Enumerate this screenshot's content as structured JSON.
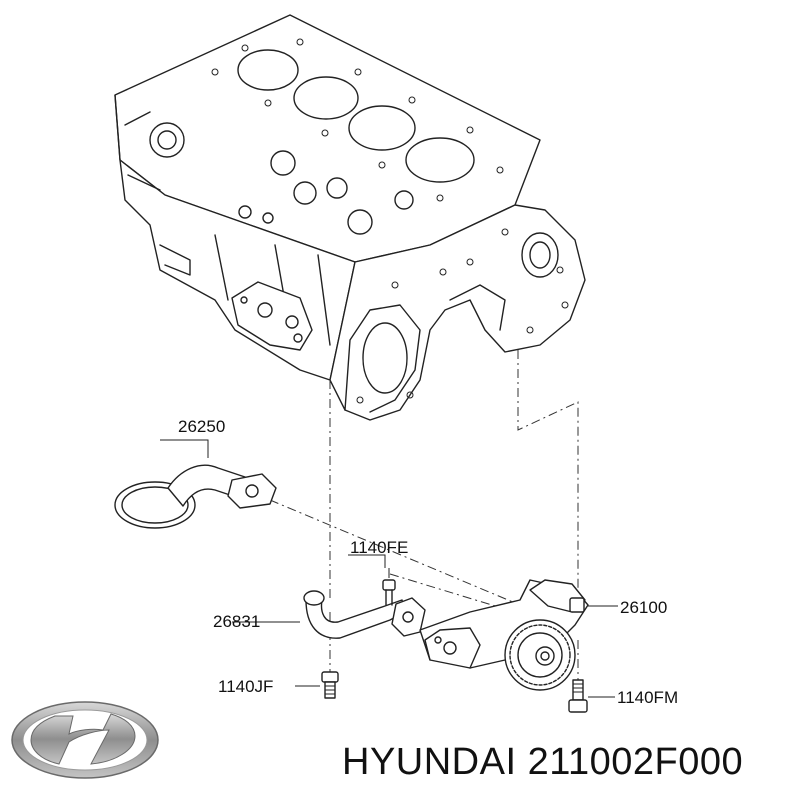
{
  "parts": {
    "p26250": "26250",
    "p1140FE": "1140FE",
    "p26831": "26831",
    "p26100": "26100",
    "p1140JF": "1140JF",
    "p1140FM": "1140FM"
  },
  "footer": {
    "brand_part": "HYUNDAI 211002F000"
  },
  "icons": {
    "logo": "hyundai-logo-icon"
  },
  "colors": {
    "line": "#222222",
    "background": "#ffffff",
    "logo_metal": "#9a9a9a"
  }
}
